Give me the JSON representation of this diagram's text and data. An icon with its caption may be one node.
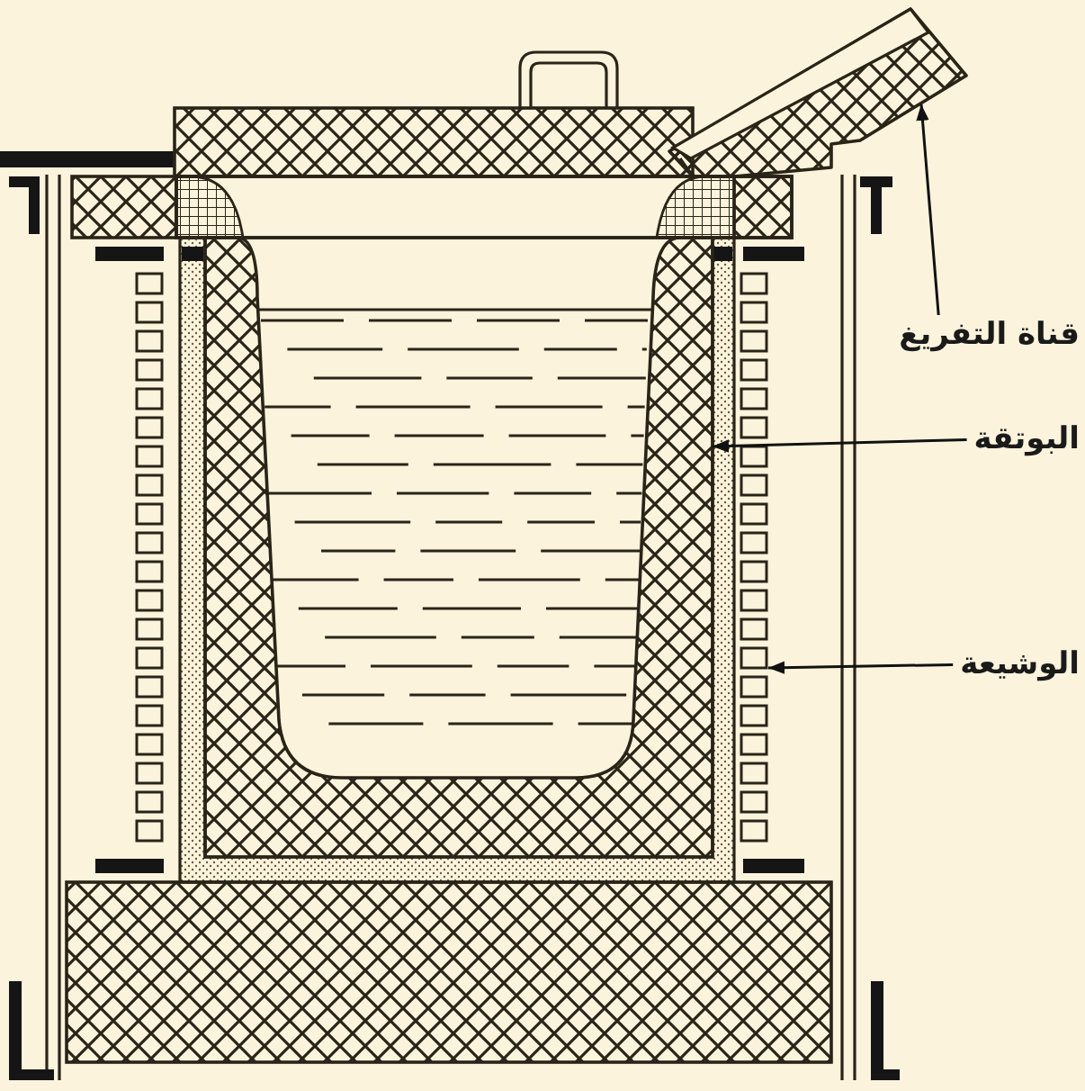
{
  "diagram": {
    "nodes": [
      {
        "text": [
          "قناة التفريغ"
        ]
      },
      {
        "text": [],
        "shape": "picture"
      },
      {
        "text": [
          "البوتقة"
        ]
      },
      {
        "text": [],
        "shape": "picture"
      },
      {
        "text": [
          "الوشيعة"
        ]
      },
      {
        "text": [],
        "shape": "picture"
      }
    ],
    "edges": [
      {
        "from": 0,
        "to": 1,
        "arrow": "to"
      },
      {
        "from": 2,
        "to": 3,
        "arrow": "to"
      },
      {
        "from": 4,
        "to": 5,
        "arrow": "to"
      }
    ]
  }
}
